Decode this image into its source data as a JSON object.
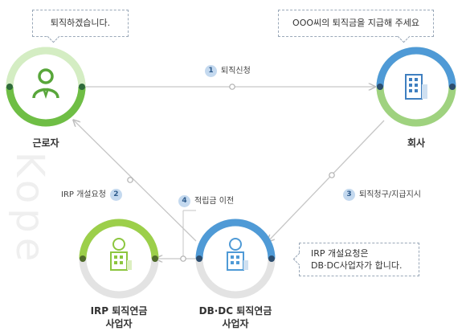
{
  "nodes": {
    "worker": {
      "label": "근로자"
    },
    "company": {
      "label": "회사"
    },
    "irp": {
      "label_line1": "IRP 퇴직연금",
      "label_line2": "사업자"
    },
    "dbdc": {
      "label_line1": "DB·DC 퇴직연금",
      "label_line2": "사업자"
    }
  },
  "bubbles": {
    "worker": "퇴직하겠습니다.",
    "company": "OOO씨의 퇴직금을 지급해 주세요",
    "dbdc_line1": "IRP 개설요청은",
    "dbdc_line2": "DB·DC사업자가 합니다."
  },
  "steps": [
    {
      "num": "1",
      "label": "퇴직신청"
    },
    {
      "num": "2",
      "label": "IRP 개설요청"
    },
    {
      "num": "3",
      "label": "퇴직청구/지급지시"
    },
    {
      "num": "4",
      "label": "적립금 이전"
    }
  ],
  "watermark": "Kope",
  "colors": {
    "green": "#6fbe45",
    "green_light": "#c8e6b4",
    "blue": "#4f9ad6",
    "blue_light": "#bfd9f0",
    "lime": "#9ccf4a",
    "lime_light": "#d7edb3",
    "gray_ring": "#e3e3e3",
    "line": "#c6c6c6"
  }
}
